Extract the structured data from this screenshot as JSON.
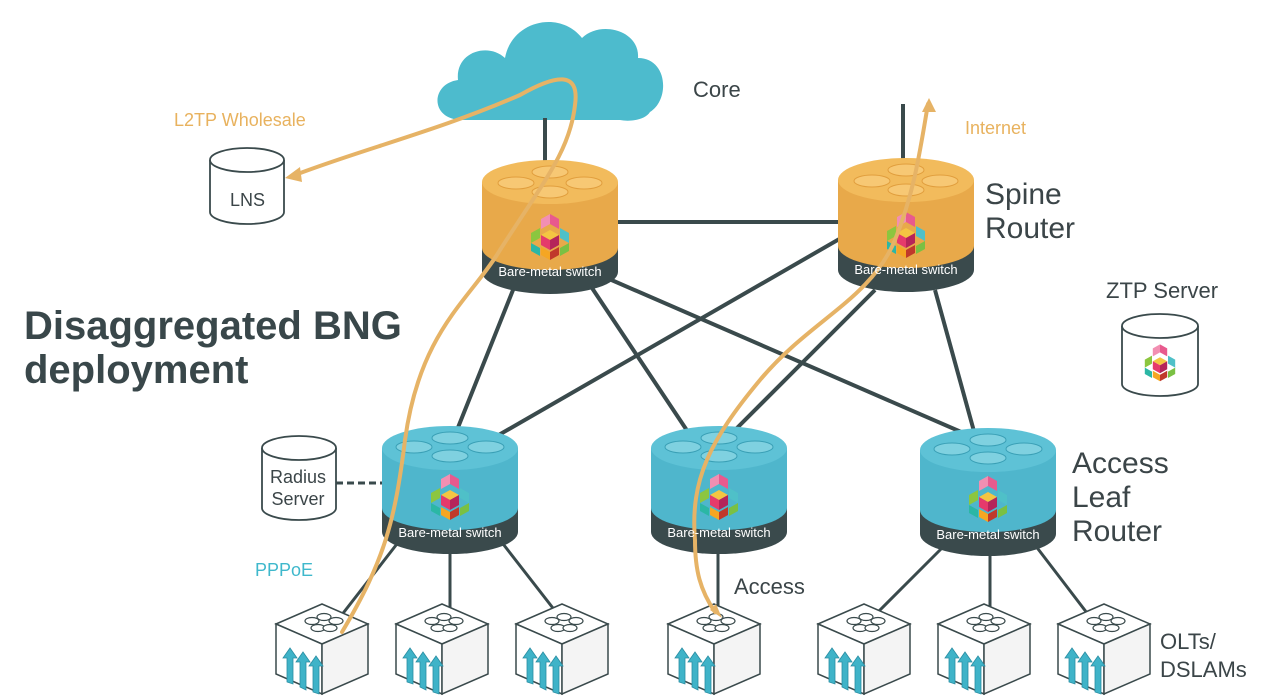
{
  "title": {
    "line1": "Disaggregated BNG",
    "line2": "deployment"
  },
  "labels": {
    "core": "Core",
    "l2tp_wholesale": "L2TP Wholesale",
    "lns": "LNS",
    "internet": "Internet",
    "spine_router_line1": "Spine",
    "spine_router_line2": "Router",
    "ztp_server": "ZTP Server",
    "radius_server_line1": "Radius",
    "radius_server_line2": "Server",
    "pppoe": "PPPoE",
    "access": "Access",
    "access_leaf_router_line1": "Access",
    "access_leaf_router_line2": "Leaf",
    "access_leaf_router_line3": "Router",
    "olts_line1": "OLTs/",
    "olts_line2": "DSLAMs"
  },
  "switches": [
    {
      "id": "spine-1",
      "role": "spine",
      "label": "Bare-metal switch"
    },
    {
      "id": "spine-2",
      "role": "spine",
      "label": "Bare-metal switch"
    },
    {
      "id": "leaf-1",
      "role": "leaf",
      "label": "Bare-metal switch"
    },
    {
      "id": "leaf-2",
      "role": "leaf",
      "label": "Bare-metal switch"
    },
    {
      "id": "leaf-3",
      "role": "leaf",
      "label": "Bare-metal switch"
    }
  ],
  "colors": {
    "spine_top": "#f2bb5c",
    "spine_side": "#e8a94a",
    "leaf_top": "#5ec2d6",
    "leaf_side": "#4fb6cc",
    "switch_base": "#3a4a4c",
    "link": "#3a4a4c",
    "path": "#e6b366",
    "cloud": "#4dbbcd",
    "pppoe": "#3fb8cc"
  },
  "icons": [
    "cloud-icon",
    "database-icon",
    "switch-icon",
    "olt-icon",
    "arrow-icon",
    "logo-icon"
  ]
}
